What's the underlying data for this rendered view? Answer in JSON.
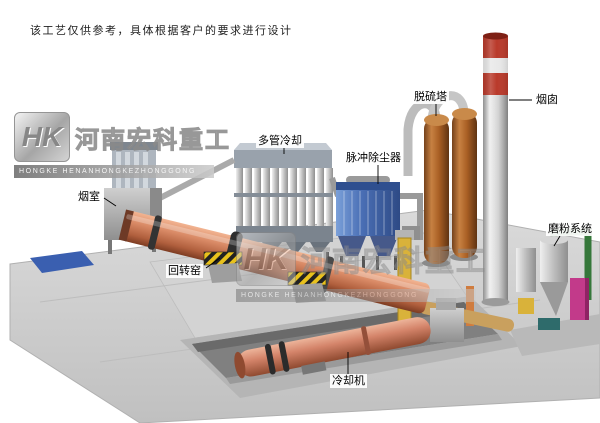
{
  "disclaimer": "该工艺仅供参考，具体根据客户的要求进行设计",
  "watermark": {
    "logo_text": "HK",
    "brand_cn": "河南宏科重工",
    "brand_en": "HONGKE HENANHONGKEZHONGGONG"
  },
  "labels": {
    "smoke_chamber": "烟室",
    "multi_tube_cooler": "多管冷却",
    "pulse_dust_collector": "脉冲除尘器",
    "desulfurization_tower": "脱硫塔",
    "chimney": "烟囱",
    "grinding_system": "磨粉系统",
    "rotary_kiln": "回转窑",
    "cooling_machine": "冷却机"
  },
  "colors": {
    "kiln_body": "#cf7c5c",
    "cooler_body": "#d4846a",
    "dust_collector": "#4a6fb5",
    "chimney_band_red": "#b93a2b",
    "desulfurization_tower": "#a8622f",
    "hazard_yellow": "#e8c11c",
    "ground_gray": "#c9c9c9",
    "pipe_green": "#3f7d3f",
    "grinder_magenta": "#c23a8a"
  }
}
